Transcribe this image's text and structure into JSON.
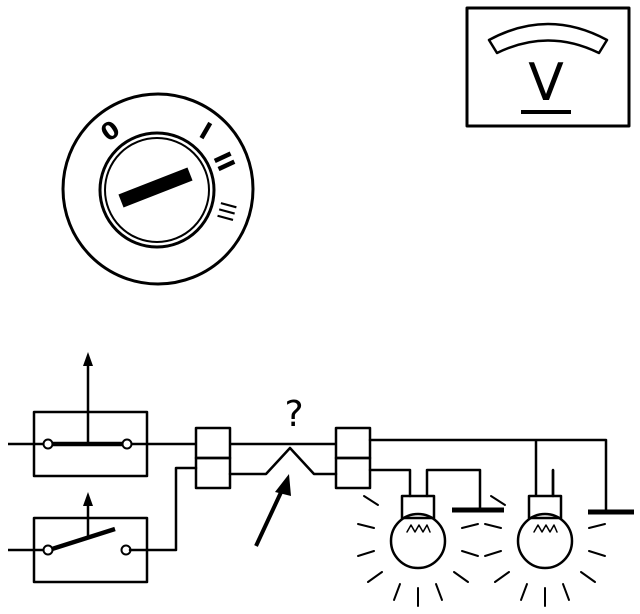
{
  "voltmeter": {
    "symbol": "V"
  },
  "ignition_switch": {
    "positions": [
      "0",
      "I",
      "II",
      "III"
    ]
  },
  "circuit": {
    "unknown_marker": "?"
  },
  "colors": {
    "ink": "#000000",
    "background": "#ffffff"
  }
}
